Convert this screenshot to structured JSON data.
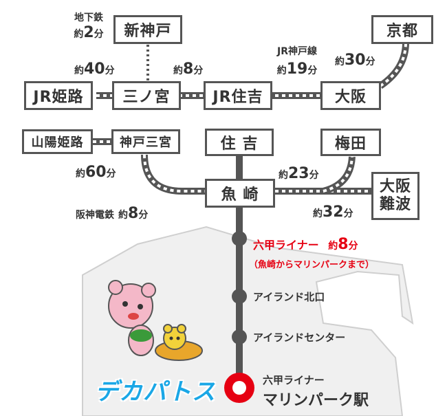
{
  "stations": {
    "shinkobe": "新神戸",
    "kyoto": "京都",
    "jr_himeji": "JR姫路",
    "sannomiya": "三ノ宮",
    "jr_sumiyoshi": "JR住吉",
    "osaka": "大阪",
    "sanyo_himeji": "山陽姫路",
    "kobe_sannomiya": "神戸三宮",
    "sumiyoshi": "住 吉",
    "umeda": "梅田",
    "uozaki": "魚 崎",
    "osaka_namba_l1": "大阪",
    "osaka_namba_l2": "難波"
  },
  "times": {
    "subway_label": "地下鉄",
    "subway_prefix": "約",
    "subway_num": "2",
    "subway_unit": "分",
    "himeji_prefix": "約",
    "himeji_num": "40",
    "himeji_unit": "分",
    "sumiyoshi_prefix": "約",
    "sumiyoshi_num": "8",
    "sumiyoshi_unit": "分",
    "jr_line_label": "JR神戸線",
    "jr_prefix": "約",
    "jr_num": "19",
    "jr_unit": "分",
    "kyoto_prefix": "約",
    "kyoto_num": "30",
    "kyoto_unit": "分",
    "sanyo_prefix": "約",
    "sanyo_num": "60",
    "sanyo_unit": "分",
    "umeda_prefix": "約",
    "umeda_num": "23",
    "umeda_unit": "分",
    "hanshin_label": "阪神電鉄",
    "hanshin_prefix": "約",
    "hanshin_num": "8",
    "hanshin_unit": "分",
    "namba_prefix": "約",
    "namba_num": "32",
    "namba_unit": "分"
  },
  "rokko_liner": {
    "name": "六甲ライナー",
    "prefix": "約",
    "num": "8",
    "unit": "分",
    "note": "（魚崎からマリンパークまで）",
    "stop_1": "アイランド北口",
    "stop_2": "アイランドセンター",
    "dest_line": "六甲ライナー",
    "dest_station": "マリンパーク駅"
  },
  "logo_text": "デカパトス",
  "colors": {
    "line_gray": "#555555",
    "rail_tie": "#ffffff",
    "accent_red": "#e60012",
    "island_fill": "#f0f0f0",
    "logo_blue": "#1aa7e6",
    "mascot_pink": "#f4b8c8"
  }
}
